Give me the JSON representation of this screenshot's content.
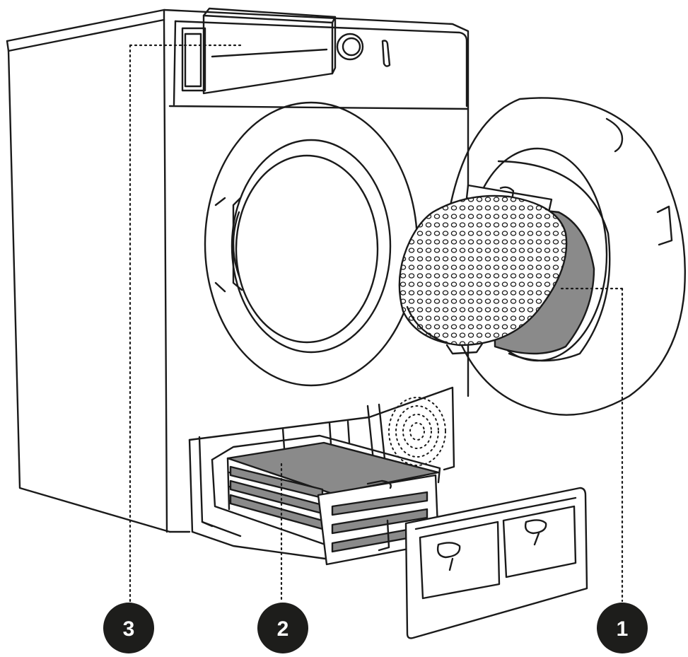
{
  "colors": {
    "line": "#1a1a1a",
    "badge": "#1d1d1b",
    "badge_text": "#ffffff",
    "filter_gray": "#8a8a8a",
    "mesh": "#ffffff",
    "background": "#ffffff"
  },
  "callouts": [
    {
      "number": "1",
      "target": "door-filter"
    },
    {
      "number": "2",
      "target": "condenser-unit"
    },
    {
      "number": "3",
      "target": "water-container"
    }
  ]
}
